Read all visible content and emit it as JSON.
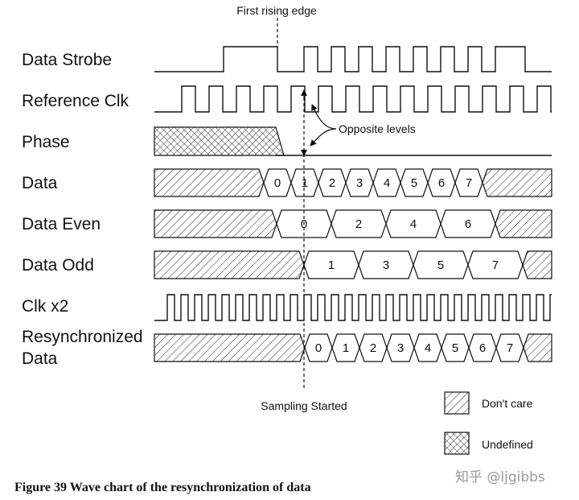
{
  "signals": [
    {
      "id": "strobe",
      "label": "Data Strobe"
    },
    {
      "id": "refclk",
      "label": "Reference Clk"
    },
    {
      "id": "phase",
      "label": "Phase"
    },
    {
      "id": "data",
      "label": "Data",
      "values": [
        "0",
        "1",
        "2",
        "3",
        "4",
        "5",
        "6",
        "7"
      ]
    },
    {
      "id": "even",
      "label": "Data Even",
      "values": [
        "0",
        "2",
        "4",
        "6"
      ]
    },
    {
      "id": "odd",
      "label": "Data Odd",
      "values": [
        "1",
        "3",
        "5",
        "7"
      ]
    },
    {
      "id": "clkx2",
      "label": "Clk x2"
    },
    {
      "id": "resync",
      "label_line1": "Resynchronized",
      "label_line2": "Data",
      "values": [
        "0",
        "1",
        "2",
        "3",
        "4",
        "5",
        "6",
        "7"
      ]
    }
  ],
  "annotations": {
    "first_rising_edge": "First rising edge",
    "opposite_levels": "Opposite levels",
    "sampling_started": "Sampling Started"
  },
  "legend": {
    "dont_care": "Don't care",
    "undefined": "Undefined"
  },
  "caption": "Figure 39 Wave chart of the resynchronization of data",
  "watermark": "知乎 @ljgibbs"
}
